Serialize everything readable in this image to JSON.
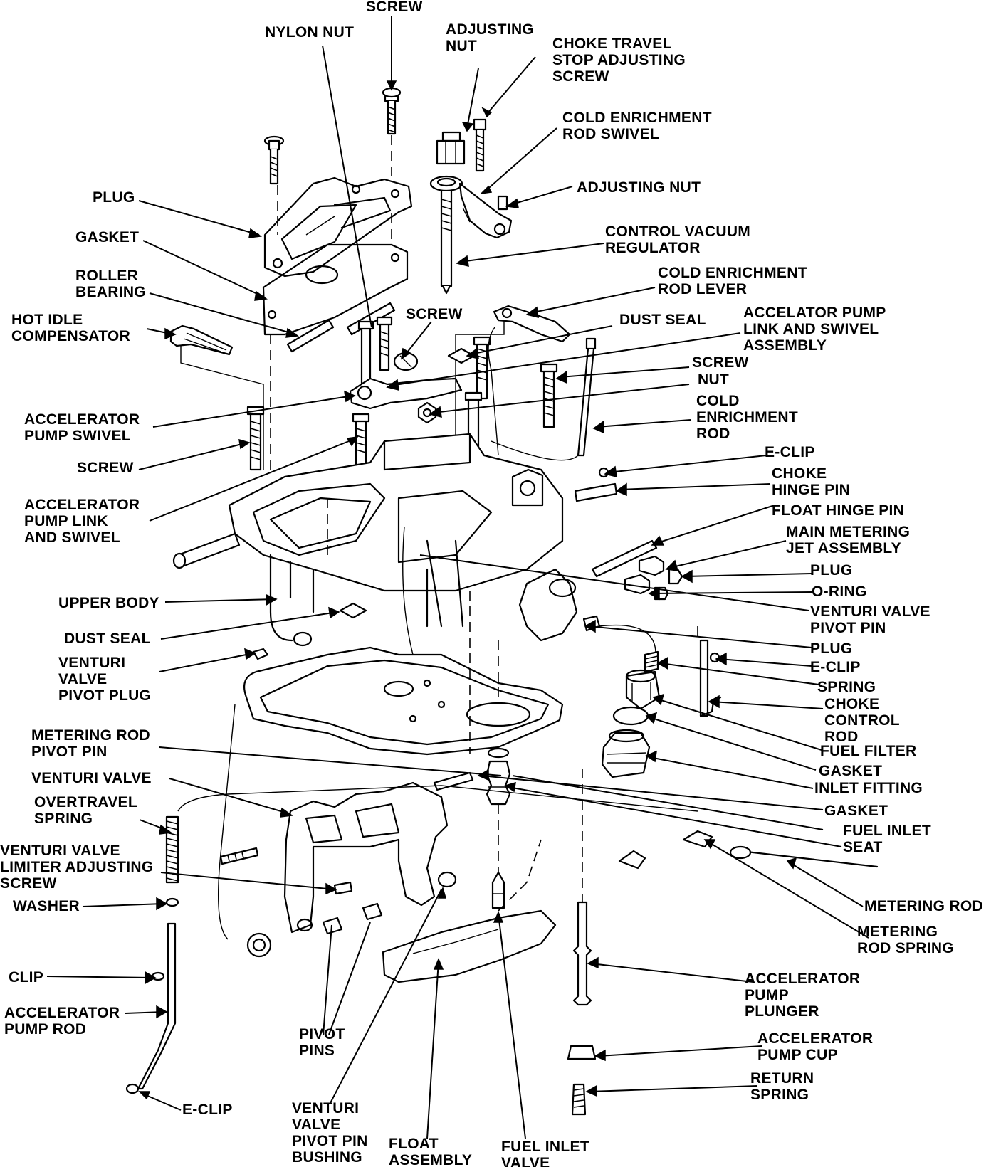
{
  "labels": {
    "screw_top": "SCREW",
    "nylon_nut": "NYLON NUT",
    "adjusting_nut_top": "ADJUSTING\nNUT",
    "choke_travel": "CHOKE TRAVEL\nSTOP ADJUSTING\nSCREW",
    "cold_enrich_swivel": "COLD ENRICHMENT\nROD SWIVEL",
    "adjusting_nut_right": "ADJUSTING NUT",
    "plug_top": "PLUG",
    "gasket_top": "GASKET",
    "control_vacuum": "CONTROL VACUUM\nREGULATOR",
    "roller_bearing": "ROLLER\nBEARING",
    "cold_enrich_lever": "COLD ENRICHMENT\nROD LEVER",
    "hot_idle": "HOT IDLE\nCOMPENSATOR",
    "screw_mid": "SCREW",
    "dust_seal_top": "DUST SEAL",
    "accel_link_swivel_assy": "ACCELATOR PUMP\nLINK AND SWIVEL\nASSEMBLY",
    "screw_right": "SCREW",
    "nut_right": "NUT",
    "accel_pump_swivel": "ACCELERATOR\nPUMP SWIVEL",
    "cold_enrich_rod": "COLD\nENRICHMENT\nROD",
    "screw_left": "SCREW",
    "eclip_right": "E-CLIP",
    "accel_link_swivel": "ACCELERATOR\nPUMP LINK\nAND SWIVEL",
    "choke_hinge_pin": "CHOKE\nHINGE PIN",
    "float_hinge_pin": "FLOAT HINGE PIN",
    "main_metering_jet": "MAIN METERING\nJET ASSEMBLY",
    "plug_r1": "PLUG",
    "upper_body": "UPPER BODY",
    "o_ring": "O-RING",
    "venturi_pivot_pin": "VENTURI VALVE\nPIVOT PIN",
    "dust_seal_left": "DUST SEAL",
    "plug_r2": "PLUG",
    "venturi_pivot_plug": "VENTURI\nVALVE\nPIVOT PLUG",
    "eclip_r2": "E-CLIP",
    "spring_r": "SPRING",
    "choke_control_rod": "CHOKE\nCONTROL\nROD",
    "metering_rod_pivot_pin": "METERING ROD\nPIVOT PIN",
    "fuel_filter": "FUEL FILTER",
    "venturi_valve": "VENTURI VALVE",
    "gasket_r1": "GASKET",
    "inlet_fitting": "INLET FITTING",
    "overtravel_spring": "OVERTRAVEL\nSPRING",
    "gasket_r2": "GASKET",
    "venturi_limiter": "VENTURI VALVE\nLIMITER ADJUSTING\nSCREW",
    "fuel_inlet_seat": "FUEL INLET\nSEAT",
    "washer": "WASHER",
    "metering_rod": "METERING ROD",
    "metering_rod_spring": "METERING\nROD SPRING",
    "clip": "CLIP",
    "accel_pump_plunger": "ACCELERATOR\nPUMP\nPLUNGER",
    "accel_pump_rod": "ACCELERATOR\nPUMP ROD",
    "pivot_pins": "PIVOT\nPINS",
    "accel_pump_cup": "ACCELERATOR\nPUMP CUP",
    "return_spring": "RETURN\nSPRING",
    "eclip_bottom": "E-CLIP",
    "venturi_pivot_bushing": "VENTURI\nVALVE\nPIVOT PIN\nBUSHING",
    "float_assembly": "FLOAT\nASSEMBLY",
    "fuel_inlet_valve": "FUEL INLET\nVALVE"
  }
}
